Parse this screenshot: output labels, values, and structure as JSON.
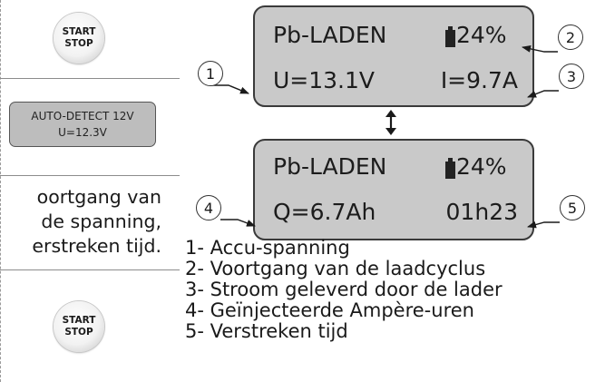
{
  "start_stop_button": {
    "line1": "START",
    "line2": "STOP"
  },
  "small_display": {
    "line1": "AUTO-DETECT 12V",
    "line2": "U=12.3V"
  },
  "left_paragraph": [
    "oortgang van",
    "de spanning,",
    "erstreken tijd."
  ],
  "display_top": {
    "mode": "Pb-LADEN",
    "progress": "24%",
    "voltage": "U=13.1V",
    "current": "I=9.7A"
  },
  "display_bottom": {
    "mode": "Pb-LADEN",
    "progress": "24%",
    "charge": "Q=6.7Ah",
    "elapsed": "01h23"
  },
  "callouts": [
    "1",
    "2",
    "3",
    "4",
    "5"
  ],
  "legend": [
    "1- Accu-spanning",
    "2- Voortgang van de laadcyclus",
    "3- Stroom geleverd door de lader",
    "4- Geïnjecteerde Ampère-uren",
    "5- Verstreken tijd"
  ]
}
